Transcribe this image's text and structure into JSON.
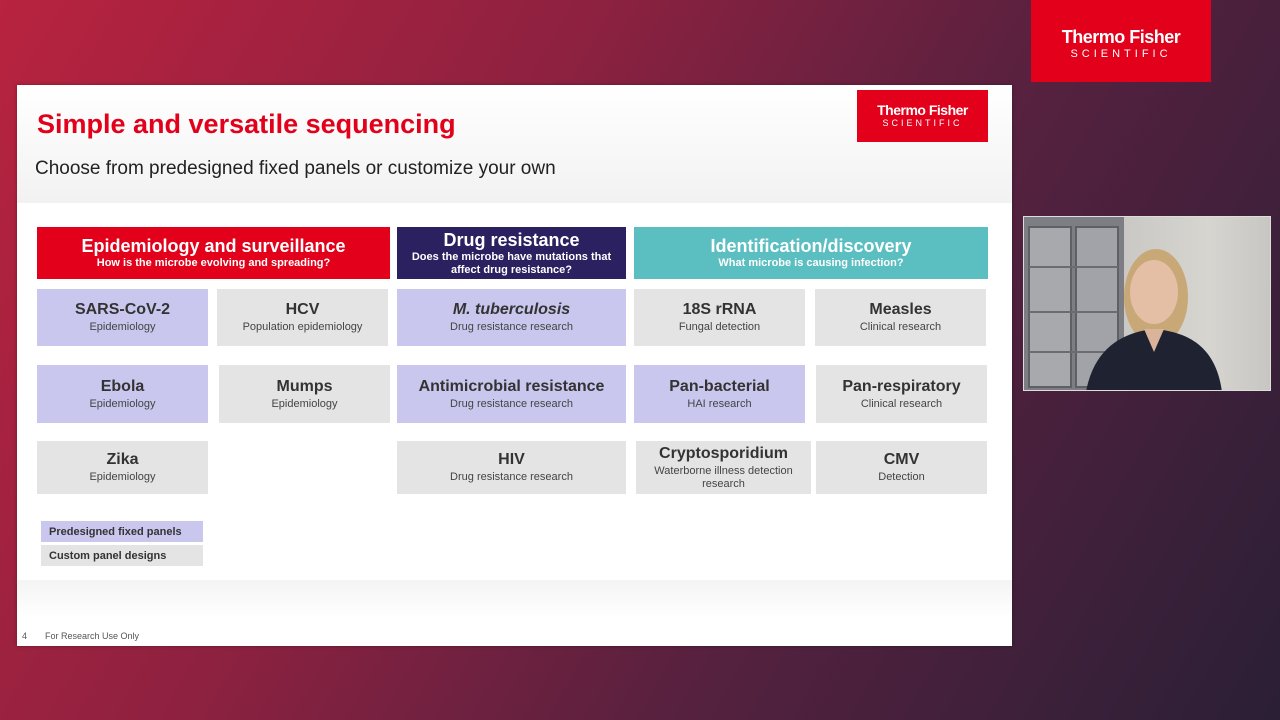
{
  "brand": {
    "logo_line1": "Thermo Fisher",
    "logo_line2": "SCIENTIFIC",
    "primary_color": "#e2001a"
  },
  "slide": {
    "title": "Simple and versatile sequencing",
    "subtitle": "Choose from predesigned fixed panels or customize your own",
    "page_number": "4",
    "footer": "For Research Use Only"
  },
  "categories": [
    {
      "title": "Epidemiology and surveillance",
      "subtitle": "How is the microbe evolving and spreading?",
      "color": "#e2001a"
    },
    {
      "title": "Drug resistance",
      "subtitle": "Does the microbe have mutations that affect drug resistance?",
      "color": "#2b2160"
    },
    {
      "title": "Identification/discovery",
      "subtitle": "What microbe is causing infection?",
      "color": "#5bbfc2"
    }
  ],
  "tiles": {
    "sars": {
      "name": "SARS-CoV-2",
      "desc": "Epidemiology"
    },
    "hcv": {
      "name": "HCV",
      "desc": "Population epidemiology"
    },
    "ebola": {
      "name": "Ebola",
      "desc": "Epidemiology"
    },
    "mumps": {
      "name": "Mumps",
      "desc": "Epidemiology"
    },
    "zika": {
      "name": "Zika",
      "desc": "Epidemiology"
    },
    "mtb": {
      "name": "M. tuberculosis",
      "desc": "Drug resistance research"
    },
    "amr": {
      "name": "Antimicrobial resistance",
      "desc": "Drug resistance research"
    },
    "hiv": {
      "name": "HIV",
      "desc": "Drug resistance research"
    },
    "rrna": {
      "name": "18S rRNA",
      "desc": "Fungal detection"
    },
    "measles": {
      "name": "Measles",
      "desc": "Clinical research"
    },
    "panbac": {
      "name": "Pan-bacterial",
      "desc": "HAI research"
    },
    "panresp": {
      "name": "Pan-respiratory",
      "desc": "Clinical research"
    },
    "crypto": {
      "name": "Cryptosporidium",
      "desc": "Waterborne illness detection research"
    },
    "cmv": {
      "name": "CMV",
      "desc": "Detection"
    }
  },
  "legend": {
    "fixed": "Predesigned fixed panels",
    "custom": "Custom panel designs",
    "fixed_color": "#c9c7ee",
    "custom_color": "#e4e4e4"
  }
}
